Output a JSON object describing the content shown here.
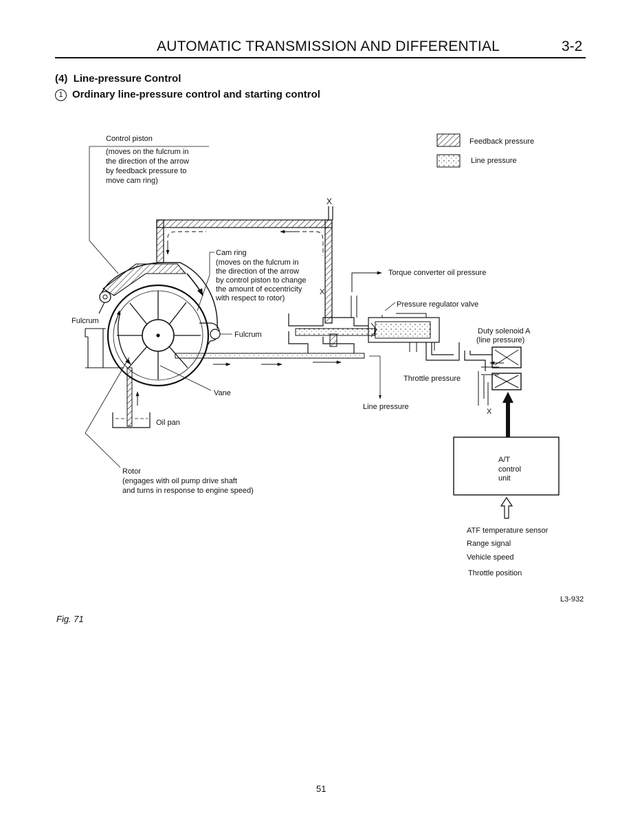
{
  "header": {
    "title": "AUTOMATIC TRANSMISSION AND DIFFERENTIAL",
    "section": "3-2"
  },
  "subsection": {
    "number": "(4)",
    "title": "Line-pressure Control"
  },
  "subsubsection": {
    "marker": "1",
    "title": "Ordinary line-pressure control and starting control"
  },
  "diagram": {
    "legend": {
      "feedback": "Feedback pressure",
      "line": "Line pressure"
    },
    "control_piston": {
      "title": "Control piston",
      "desc": [
        "(moves on the fulcrum in",
        "the direction of the arrow",
        "by feedback pressure to",
        "move cam ring)"
      ]
    },
    "cam_ring": {
      "title": "Cam ring",
      "desc": [
        "(moves on the fulcrum in",
        "the direction of the arrow",
        "by control piston to change",
        "the amount of eccentricity",
        "with respect to rotor)"
      ]
    },
    "rotor": {
      "title": "Rotor",
      "desc": [
        "(engages with oil pump drive shaft",
        "and turns in response to engine speed)"
      ]
    },
    "labels": {
      "fulcrum_left": "Fulcrum",
      "fulcrum_right": "Fulcrum",
      "vane": "Vane",
      "oil_pan": "Oil pan",
      "torque_converter": "Torque converter oil pressure",
      "pressure_regulator": "Pressure regulator valve",
      "duty_solenoid": "Duty solenoid A",
      "duty_solenoid_sub": "(line pressure)",
      "throttle_pressure": "Throttle pressure",
      "line_pressure": "Line pressure",
      "drain_mark": "X"
    },
    "control_unit": [
      "A/T",
      "control",
      "unit"
    ],
    "inputs": [
      "ATF temperature sensor",
      "Range signal",
      "Vehicle speed",
      "Throttle position"
    ],
    "code": "L3-932"
  },
  "figure_label": "Fig. 71",
  "page_number": "51"
}
